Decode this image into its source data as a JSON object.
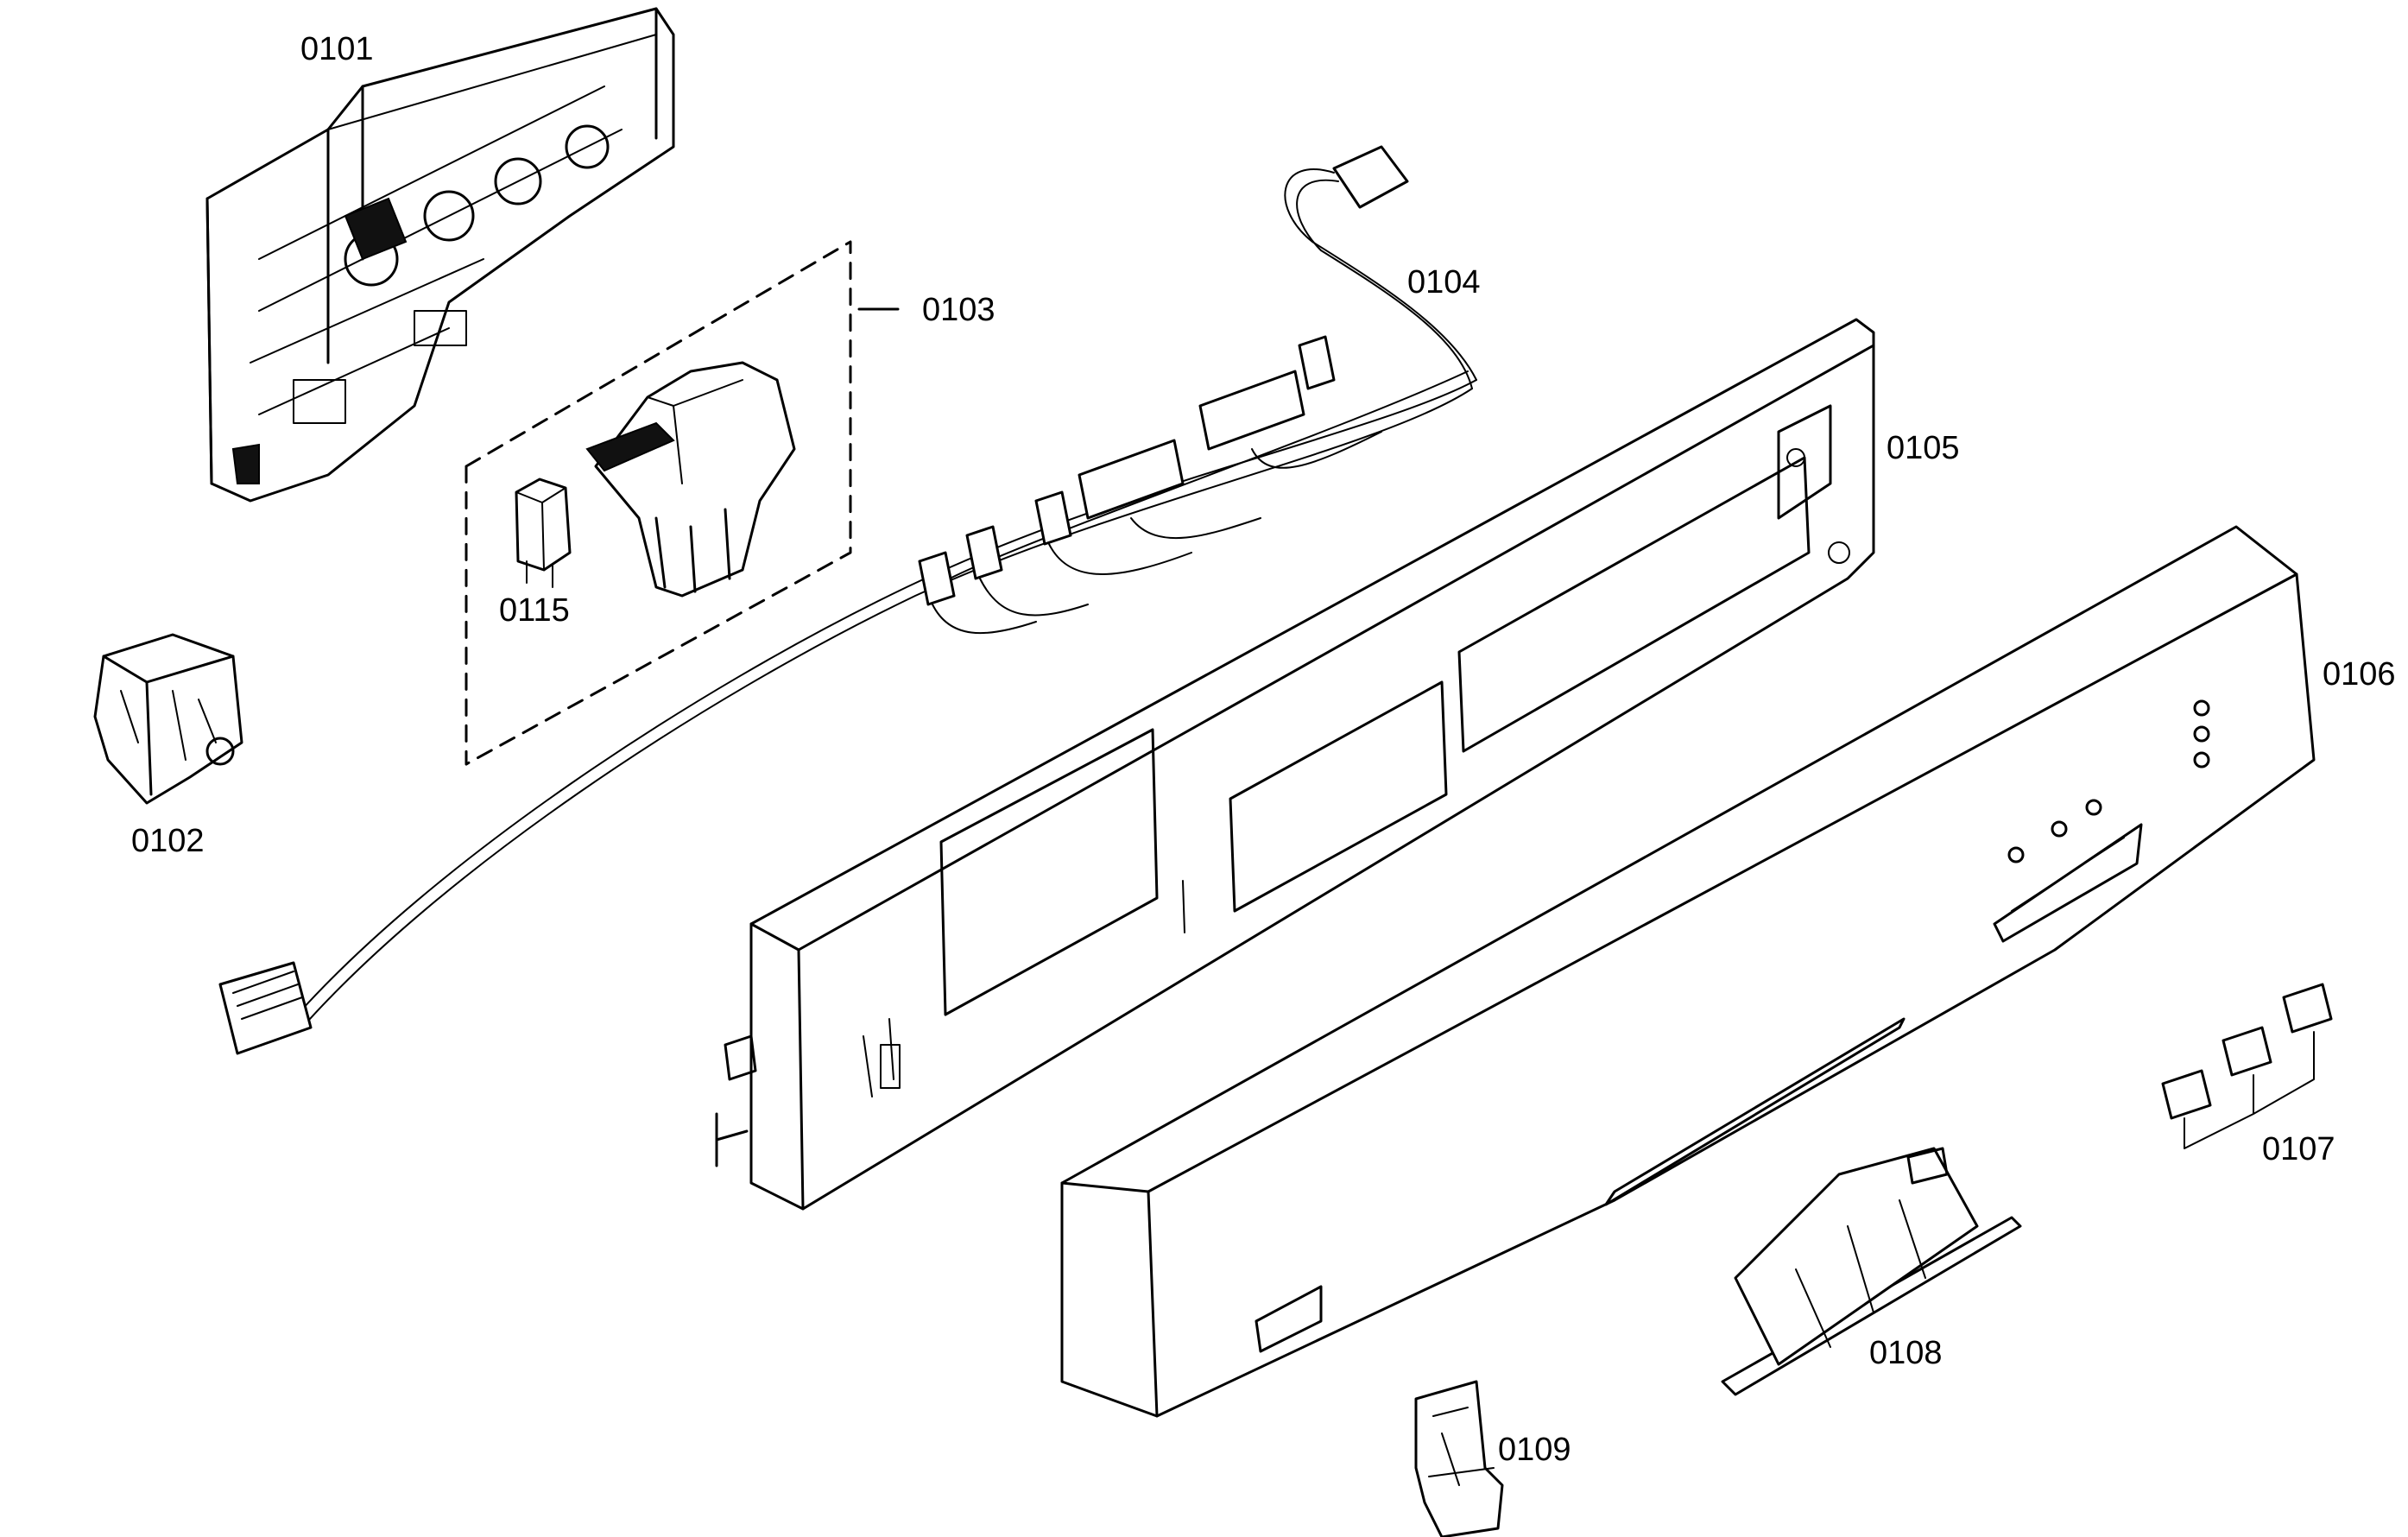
{
  "parts": [
    {
      "id": "main-control-module",
      "label": "0101"
    },
    {
      "id": "door-switch",
      "label": "0102"
    },
    {
      "id": "switch-kit-group",
      "label": "0103"
    },
    {
      "id": "wire-harness",
      "label": "0104"
    },
    {
      "id": "inner-panel-frame",
      "label": "0105"
    },
    {
      "id": "front-fascia-panel",
      "label": "0106"
    },
    {
      "id": "push-buttons",
      "label": "0107"
    },
    {
      "id": "door-handle",
      "label": "0108"
    },
    {
      "id": "door-latch",
      "label": "0109"
    },
    {
      "id": "switch-module",
      "label": "0115"
    }
  ]
}
